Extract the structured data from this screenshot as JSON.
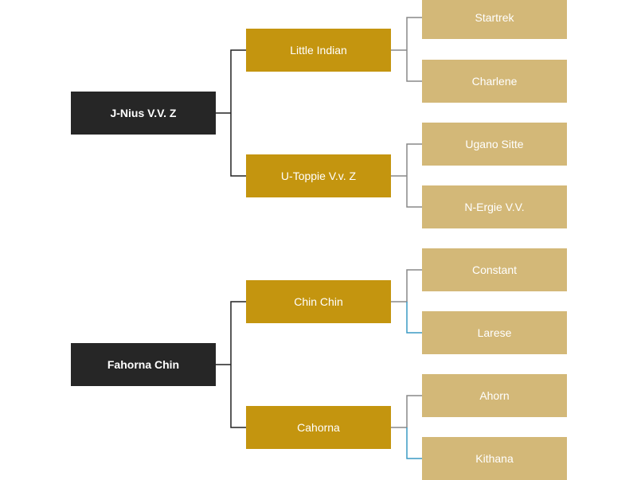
{
  "pedigree": [
    {
      "name": "J-Nius V.V. Z",
      "parents": [
        {
          "name": "Little Indian",
          "parents": [
            "Startrek",
            "Charlene"
          ]
        },
        {
          "name": "U-Toppie V.v. Z",
          "parents": [
            "Ugano Sitte",
            "N-Ergie V.V."
          ]
        }
      ]
    },
    {
      "name": "Fahorna Chin",
      "parents": [
        {
          "name": "Chin Chin",
          "parents": [
            "Constant",
            "Larese"
          ]
        },
        {
          "name": "Cahorna",
          "parents": [
            "Ahorn",
            "Kithana"
          ]
        }
      ]
    }
  ],
  "colors": {
    "root_fill": "#262626",
    "parent_fill": "#c4950f",
    "grandparent_fill": "#d3b878",
    "line_dark": "#222222",
    "line_gray": "#888888",
    "line_blue": "#3a9ac4"
  }
}
